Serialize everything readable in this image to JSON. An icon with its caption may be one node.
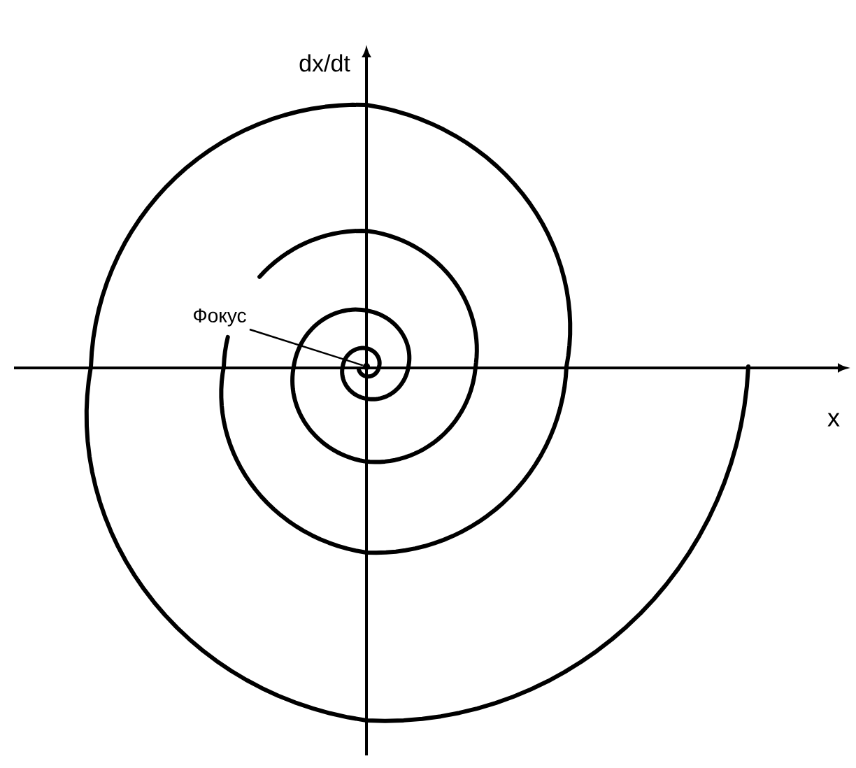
{
  "diagram": {
    "nodes": [
      {
        "text": [
          "Фокус"
        ]
      },
      {
        "text": [],
        "shape": "circle"
      }
    ],
    "edges": [
      {
        "from": 0,
        "to": 1,
        "arrow": "none"
      }
    ],
    "labels": [
      "dx/dt",
      "x"
    ]
  }
}
